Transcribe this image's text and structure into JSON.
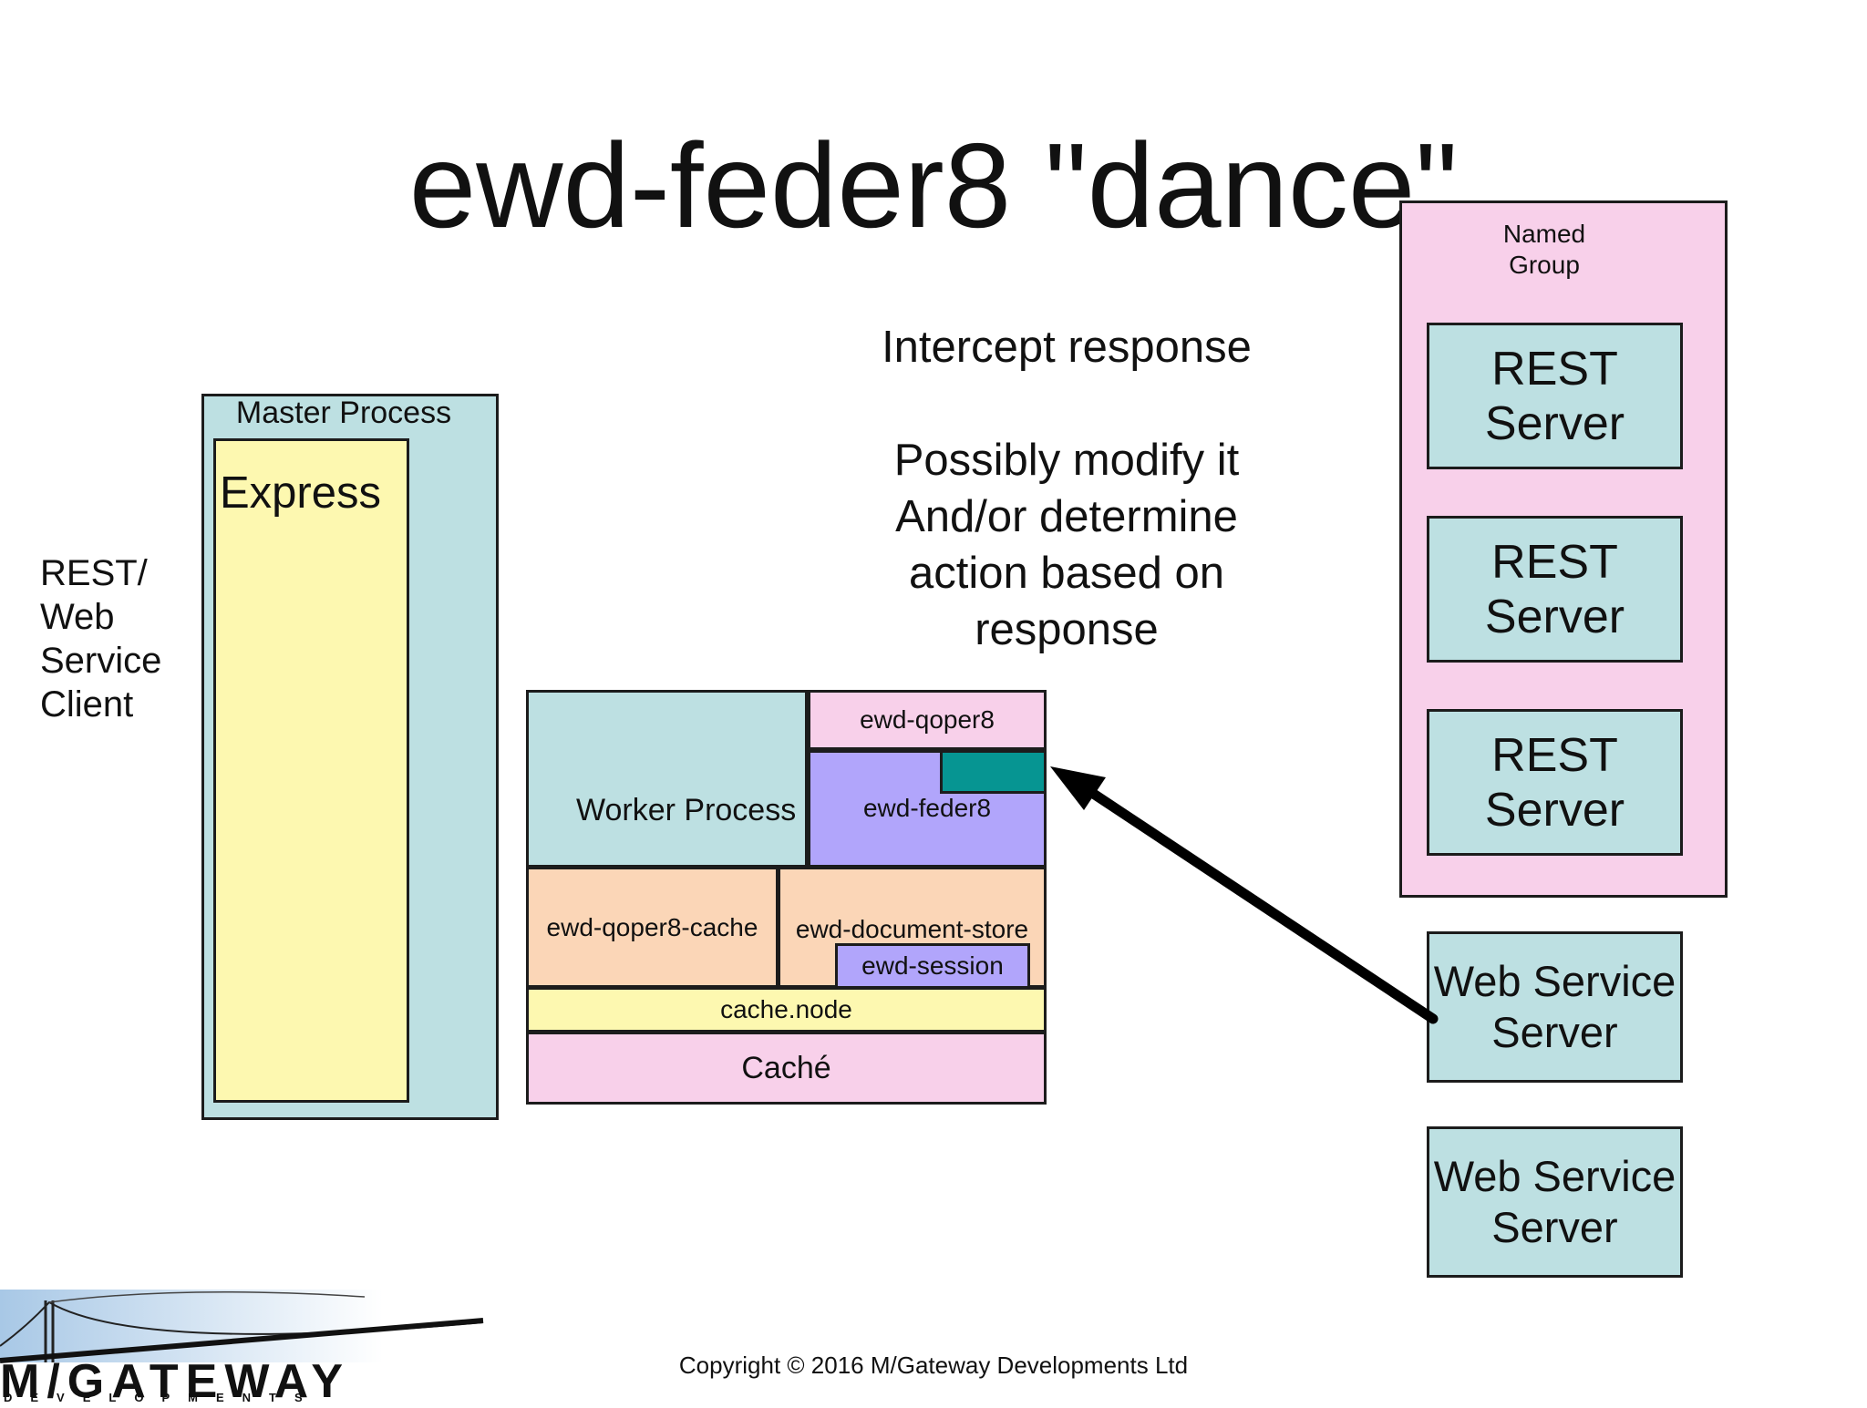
{
  "title": "ewd-feder8 \"dance\"",
  "client_lines": [
    "REST/",
    "Web",
    "Service",
    "Client"
  ],
  "master": {
    "label": "Master Process",
    "express": "Express"
  },
  "worker": {
    "label": "Worker Process",
    "qoper8": "ewd-qoper8",
    "feder8": "ewd-feder8",
    "qoper8_cache": "ewd-qoper8-cache",
    "document_store": "ewd-document-store",
    "session": "ewd-session",
    "cache_node": "cache.node",
    "cache": "Caché"
  },
  "notes": {
    "line1": "Intercept response",
    "lines2": [
      "Possibly modify it",
      "And/or determine",
      "action based on",
      "response"
    ]
  },
  "named_group": {
    "label": [
      "Named",
      "Group"
    ],
    "servers": [
      {
        "line1": "REST",
        "line2": "Server"
      },
      {
        "line1": "REST",
        "line2": "Server"
      },
      {
        "line1": "REST",
        "line2": "Server"
      }
    ]
  },
  "web_service_servers": [
    {
      "line1": "Web Service",
      "line2": "Server"
    },
    {
      "line1": "Web Service",
      "line2": "Server"
    }
  ],
  "copyright": "Copyright © 2016 M/Gateway Developments Ltd",
  "logo": {
    "main": "M/GATEWAY",
    "sub": "DEVELOPMENTS"
  },
  "colors": {
    "light_blue": "#bde0e2",
    "pale_yellow": "#fdf8b0",
    "pink": "#f8d0ea",
    "lavender": "#b1a5fb",
    "peach": "#fbd6b7",
    "teal": "#069592"
  }
}
